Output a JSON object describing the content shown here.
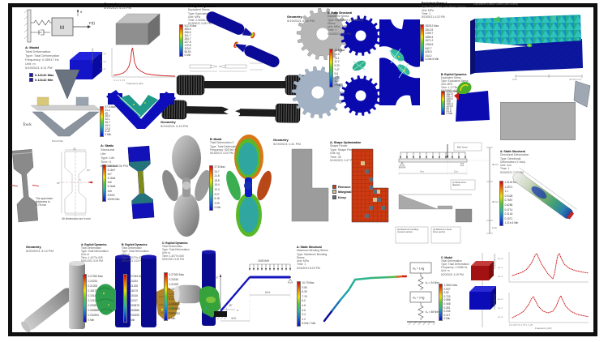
{
  "palette": {
    "deep_blue": "#0a0aa8",
    "navy": "#0a0a8e",
    "teal": "#27a394",
    "green": "#3fae3a",
    "yellow": "#e8d822",
    "orange": "#e0761a",
    "red": "#c81414",
    "part_gray": "#a9a9a9",
    "steel_blue": "#9fb2c8",
    "frame_black": "#101010",
    "curve_red": "#cc2222",
    "opt_remove": "#cc3a12",
    "opt_keep": "#5b6b7a",
    "opt_marginal": "#d9c48f"
  },
  "schematic": {
    "mass": "M",
    "force": "F(t)",
    "disp": "x"
  },
  "blocks": {
    "modal": "A: Modal\nTotal Deformation\nType: Total Deformation\nFrequency: 0.35917 Hz\nUnit: m\n5/19/2021 4:11 PM",
    "cube_geo": "Geometry\n5/19/2021 4:14 PM",
    "specimen": "D: Explicit Dynamics\nEquivalent Stress\nType: Equivalent Stress\nUnit: MPa\nTime: 2.5005e-04\n5/19/2021 4:05 PM",
    "gears_geo": "Geometry\n5/19/2021 4:16 PM",
    "gears_fea": "6: Static Structural\nEquivalent Stress\nType: Equivalent (von-Mises) Stress\nUnit: MPa\nTime: 1\n5/19/2021 4:21 PM",
    "tooth": "Equivalent Stress 2\nType: Equivalent (von-Mises) Stress\nUnit: MPa\nTime: 1\n5/19/2021 4:22 PM",
    "cutting": "B: Explicit Dynamics\nEquivalent Stress\nType: Equivalent Stress\nUnit: MPa\nTime: 1.1775e-05\n5/19/2021 4:30 PM",
    "crack": "Equivalent Elastic Strain (von-Mises)",
    "fatigue": "A: Static Structural\nLife\nType: Life\nTime: 0\n5/19/2021 5:06 PM",
    "prop_geo": "Geometry\n5/19/2021 4:19 PM",
    "prop_modal": "B: Modal\nTotal Deformation 2\nType: Total Deformation\nFrequency: 525.96 Hz\n5/19/2021 4:20 PM",
    "l_geo": "Geometry\n5/19/2021 1:41 PM",
    "shapeopt": "A: Shape Optimization\nShape Finder\nType: Shape Finder\nUnit: kg\nTime: 30\n5/19/2021 1:47 PM",
    "beam_def": "A: Static Structural\nDirectional Deformation\nType: Directional Deformation (Y Axis)\nUnit: mm\nTime: 1\n5/20/2021 7:27 PM",
    "pipe_geo": "Geometry\n5/20/2021 3:14 PM",
    "pipe1": "A: Explicit Dynamics\nTotal Deformation\nType: Total Deformation\nUnit: m\nTime: 1.4077e-005\n5/20/2021 3:19 PM",
    "pipe2": "B: Explicit Dynamics\nTotal Deformation\nType: Total Deformation\nUnit: m\nTime: 1.4077e-005\n5/20/2021 3:21 PM",
    "pipe3": "C: Explicit Dynamics\nTotal Deformation\nType: Total Deformation\nUnit: m\nTime: 1.4077e-005\n5/20/2021 3:24 PM",
    "frame_fea": "A: Static Structural\nMaximum Bending Stress\nType: Maximum Bending Stress\nUnit: MPa\nTime: 1\n5/24/2021 8:19 PM",
    "twodof": "C: Modal\nTotal Deformation\nType: Total Deformation\nFrequency: 1.0066 Hz\nUnit: m\n5/20/2021 4:19 PM"
  },
  "legend_values": {
    "modal_max": "0.14142 Max",
    "modal_min": "0.14142 Min",
    "specimen": "512.5 Max\n455.6\n398.6\n341.7\n284.7\n227.8\n170.8\n113.9\n56.94\n0 Min",
    "gears": "16.8 Max\n14.9\n13.1\n11.2\n9.33\n7.47\n5.6\n3.73\n1.87\n0 Min",
    "tooth": "2828.2 Max\n2513.9\n2199.7\n1885.4\n1571.2\n1256.9\n942.7\n628.5\n314.2\n6.26e-5 Min",
    "cutting": "374.4 Max\n332.8\n291.2\n249.6\n208\n166.4\n124.8\n83.2\n41.6\n0 Min",
    "vblock": "57.8 Max\n51.4\n45\n38.5\n32.1\n25.7\n19.3\n12.8\n6.42\n0 Min",
    "fatigue": "1e8 Max\n3.16e7\n1e7\n3.16e6\n1e6\n3.16e5\n1e5\n31623\n10000 Min",
    "prop": "27.8 Max\n24.7\n21.6\n18.5\n15.4\n12.4\n9.27\n6.18\n3.09\n0 Min",
    "beam_def": "1.4143 Max\n1.2571\n1.1\n0.9428\n0.7857\n0.6286\n0.4714\n0.3143\n0.1571\n1.21e-5 Min",
    "pipe": "0.27263 Max\n0.24234\n0.21205\n0.18175\n0.15146\n0.12117\n0.090878\n0.060586\n0.030293\n0 Min",
    "frame": "10.79 Max\n9.59\n8.39\n7.19\n6.0\n4.8\n3.6\n2.4\n1.2\n5.04e-7 Min",
    "twodof": "1.0541 Max\n0.937\n0.82\n0.703\n0.586\n0.468\n0.351\n0.234\n0.117\n0 Min"
  },
  "shape_opt_key": {
    "remove": "Remove",
    "marginal": "Marginal",
    "keep": "Keep"
  },
  "labels": {
    "tools": "Tools",
    "tool_caption": "Punch      Die",
    "thickness_note": "The specimen\nthickness is\n0.75 mm",
    "drawing_caption": "All dimensions are in mm",
    "drawing_dims": {
      "w": "20",
      "waist": "5",
      "r": "R3",
      "h": "90"
    },
    "chart1": {
      "ylabel": "Amplitude (m)",
      "xlabel": "Frequency (Hz)",
      "yticks": "1e+2\n1e+0\n1e-2",
      "xticks": "0        1        2        3        4        5"
    },
    "resp": {
      "ylabel": "Amplitude (m)",
      "xlabel": "Frequency (Hz)",
      "yticks": "1e+1\n1e-1\n1e-3",
      "xticks": "0      0.25      0.5      0.75      1      1.25"
    },
    "scalebar_zero": "0.00",
    "scalebar_max": "40.00 (mm)",
    "frame": {
      "load": "1000 lb/ft",
      "span": "60 ft",
      "base": "30 ft",
      "angle": "45°",
      "ax_y": "y",
      "ax_x": "x"
    },
    "shaft": {
      "belt": "Belt force",
      "d1": "4 m",
      "d2": "2 m",
      "v1": "40 cm",
      "v2": "30 cm",
      "v3": "2 cm",
      "callout_a": "(a) Maximum bending\nmoment section",
      "callout_b": "(b) Maximum shear\nforce section",
      "callout_mid": "(i) Shear force\ndiagram"
    },
    "twodof": {
      "m1": "m₁ = 1 kg",
      "k1": "k₁ = 24 N/m",
      "m2": "m₂ = 2 kg",
      "k2": "k₂ = 48 N/m"
    }
  }
}
